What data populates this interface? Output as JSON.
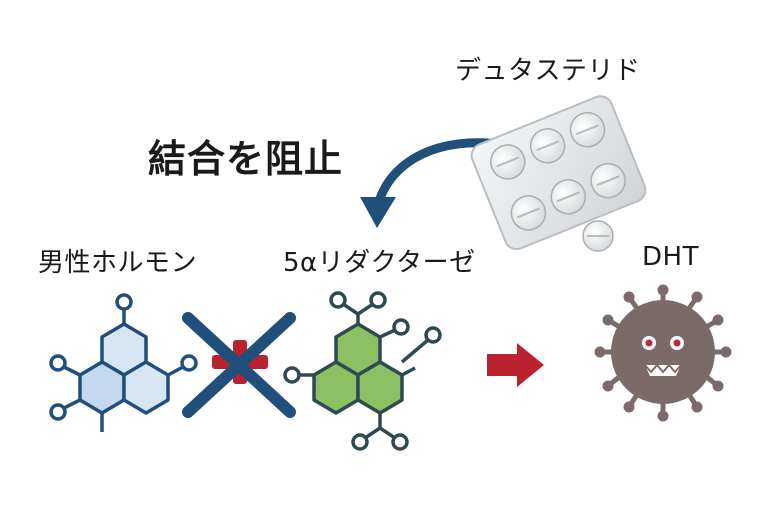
{
  "labels": {
    "drug": "デュタステリド",
    "block": "結合を阻止",
    "hormone": "男性ホルモン",
    "enzyme": "5αリダクターゼ",
    "product": "DHT"
  },
  "colors": {
    "navy": "#1f4f7a",
    "hex_blue_fill": "#d7e6f5",
    "green_fill": "#8cc063",
    "green_stroke": "#2d4a52",
    "red": "#b8232f",
    "virus": "#7a6b68",
    "pill_blister": "#e3e6e8"
  },
  "icons": {
    "drug": "pill-blister-icon",
    "hormone": "molecule-icon",
    "block": "block-x-icon",
    "enzyme": "enzyme-molecule-icon",
    "arrow": "right-arrow-icon",
    "product": "virus-icon"
  }
}
